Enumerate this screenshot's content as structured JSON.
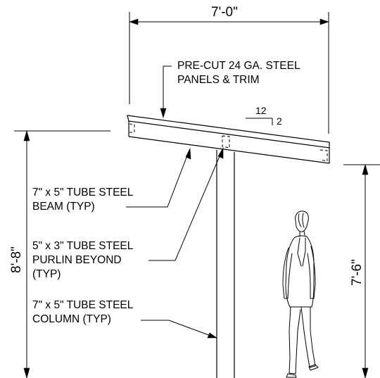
{
  "drawing": {
    "dimensions": {
      "overall_width": "7'-0\"",
      "overall_height": "8'-8\"",
      "clear_height": "7'-6\""
    },
    "slope": {
      "run": "12",
      "rise": "2"
    },
    "callouts": {
      "roof_panels": {
        "line1": "PRE-CUT 24 GA. STEEL",
        "line2": "PANELS & TRIM"
      },
      "beam": {
        "line1": "7\" x 5\" TUBE STEEL",
        "line2": "BEAM (TYP)"
      },
      "purlin": {
        "line1": "5\" x 3\" TUBE STEEL",
        "line2": "PURLIN BEYOND",
        "line3": "(TYP)"
      },
      "column": {
        "line1": "7\" x 5\" TUBE STEEL",
        "line2": "COLUMN (TYP)"
      }
    }
  }
}
